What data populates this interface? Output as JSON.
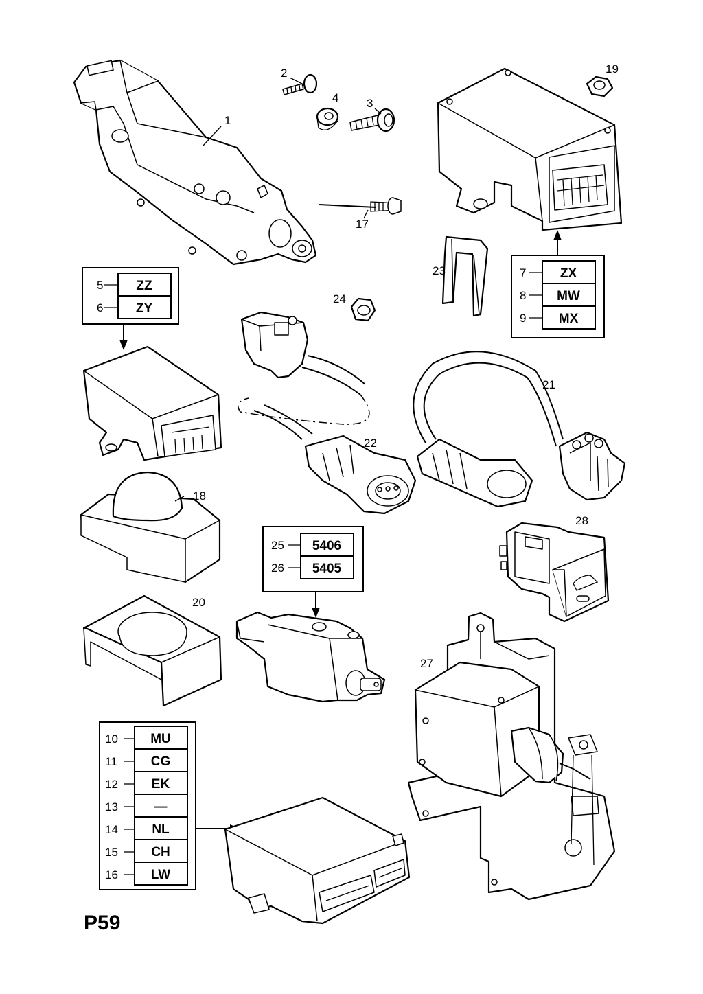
{
  "page_ref": "P59",
  "callouts": {
    "c1": "1",
    "c2": "2",
    "c3": "3",
    "c4": "4",
    "c17": "17",
    "c18": "18",
    "c19": "19",
    "c20": "20",
    "c21": "21",
    "c22": "22",
    "c23": "23",
    "c24": "24",
    "c27": "27",
    "c28": "28"
  },
  "code_tables": {
    "t_zz": [
      {
        "num": "5",
        "code": "ZZ"
      },
      {
        "num": "6",
        "code": "ZY"
      }
    ],
    "t_zx": [
      {
        "num": "7",
        "code": "ZX"
      },
      {
        "num": "8",
        "code": "MW"
      },
      {
        "num": "9",
        "code": "MX"
      }
    ],
    "t_54": [
      {
        "num": "25",
        "code": "5406"
      },
      {
        "num": "26",
        "code": "5405"
      }
    ],
    "t_mu": [
      {
        "num": "10",
        "code": "MU"
      },
      {
        "num": "11",
        "code": "CG"
      },
      {
        "num": "12",
        "code": "EK"
      },
      {
        "num": "13",
        "code": "—"
      },
      {
        "num": "14",
        "code": "NL"
      },
      {
        "num": "15",
        "code": "CH"
      },
      {
        "num": "16",
        "code": "LW"
      }
    ]
  }
}
